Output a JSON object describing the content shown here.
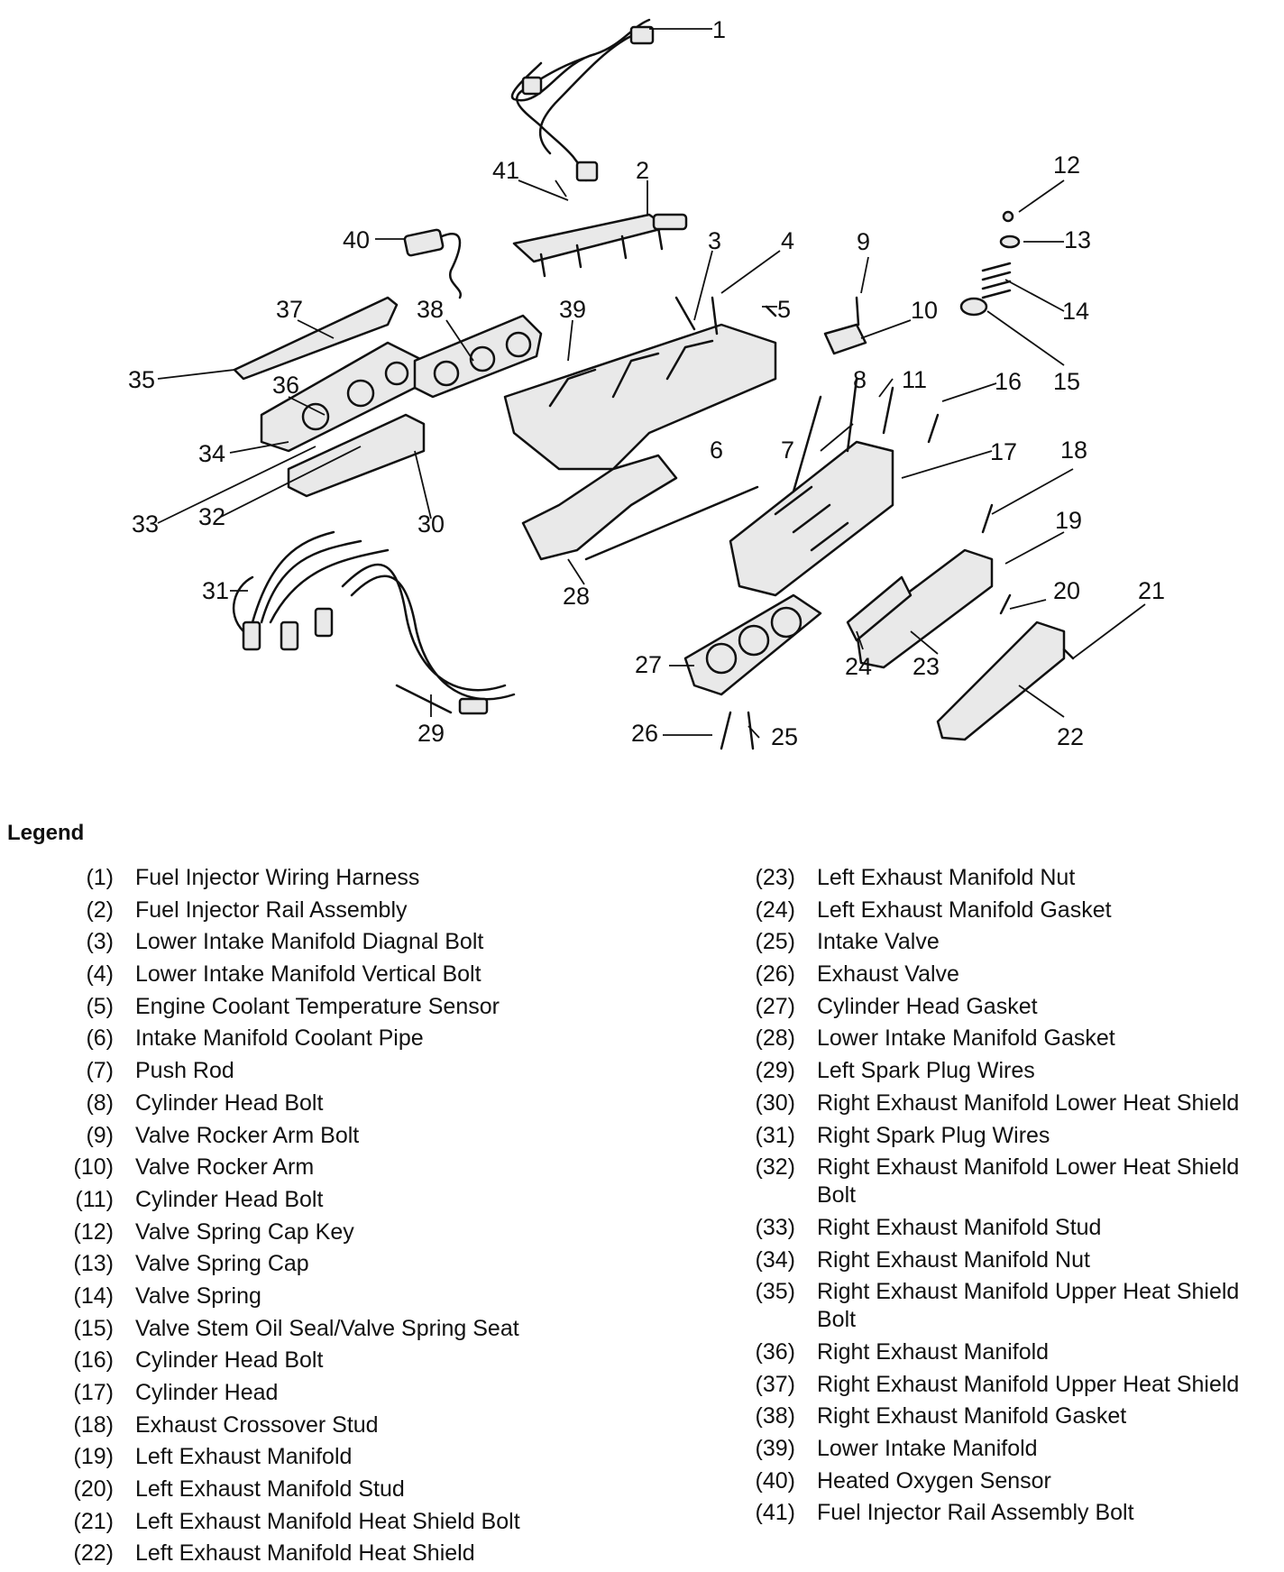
{
  "callouts": [
    "1",
    "2",
    "3",
    "4",
    "5",
    "6",
    "7",
    "8",
    "9",
    "10",
    "11",
    "12",
    "13",
    "14",
    "15",
    "16",
    "17",
    "18",
    "19",
    "20",
    "21",
    "22",
    "23",
    "24",
    "25",
    "26",
    "27",
    "28",
    "29",
    "30",
    "31",
    "32",
    "33",
    "34",
    "35",
    "36",
    "37",
    "38",
    "39",
    "40",
    "41"
  ],
  "legend": {
    "title": "Legend",
    "left": [
      {
        "num": "(1)",
        "label": "Fuel Injector Wiring Harness"
      },
      {
        "num": "(2)",
        "label": "Fuel Injector Rail Assembly"
      },
      {
        "num": "(3)",
        "label": "Lower Intake Manifold Diagnal Bolt"
      },
      {
        "num": "(4)",
        "label": "Lower Intake Manifold Vertical Bolt"
      },
      {
        "num": "(5)",
        "label": "Engine Coolant Temperature Sensor"
      },
      {
        "num": "(6)",
        "label": "Intake Manifold Coolant Pipe"
      },
      {
        "num": "(7)",
        "label": "Push Rod"
      },
      {
        "num": "(8)",
        "label": "Cylinder Head Bolt"
      },
      {
        "num": "(9)",
        "label": "Valve Rocker Arm Bolt"
      },
      {
        "num": "(10)",
        "label": "Valve Rocker Arm"
      },
      {
        "num": "(11)",
        "label": "Cylinder Head Bolt"
      },
      {
        "num": "(12)",
        "label": "Valve Spring Cap Key"
      },
      {
        "num": "(13)",
        "label": "Valve Spring Cap"
      },
      {
        "num": "(14)",
        "label": "Valve Spring"
      },
      {
        "num": "(15)",
        "label": "Valve Stem Oil Seal/Valve Spring Seat"
      },
      {
        "num": "(16)",
        "label": "Cylinder Head Bolt"
      },
      {
        "num": "(17)",
        "label": "Cylinder Head"
      },
      {
        "num": "(18)",
        "label": "Exhaust Crossover Stud"
      },
      {
        "num": "(19)",
        "label": "Left Exhaust Manifold"
      },
      {
        "num": "(20)",
        "label": "Left Exhaust Manifold Stud"
      },
      {
        "num": "(21)",
        "label": "Left Exhaust Manifold Heat Shield Bolt"
      },
      {
        "num": "(22)",
        "label": "Left Exhaust Manifold Heat Shield"
      }
    ],
    "right": [
      {
        "num": "(23)",
        "label": "Left Exhaust Manifold Nut"
      },
      {
        "num": "(24)",
        "label": "Left Exhaust Manifold Gasket"
      },
      {
        "num": "(25)",
        "label": "Intake Valve"
      },
      {
        "num": "(26)",
        "label": "Exhaust Valve"
      },
      {
        "num": "(27)",
        "label": "Cylinder Head Gasket"
      },
      {
        "num": "(28)",
        "label": "Lower Intake Manifold Gasket"
      },
      {
        "num": "(29)",
        "label": "Left Spark Plug Wires"
      },
      {
        "num": "(30)",
        "label": "Right Exhaust Manifold Lower Heat Shield"
      },
      {
        "num": "(31)",
        "label": "Right Spark Plug Wires"
      },
      {
        "num": "(32)",
        "label": "Right Exhaust Manifold Lower Heat Shield Bolt"
      },
      {
        "num": "(33)",
        "label": "Right Exhaust Manifold Stud"
      },
      {
        "num": "(34)",
        "label": "Right Exhaust Manifold Nut"
      },
      {
        "num": "(35)",
        "label": "Right Exhaust Manifold Upper Heat Shield Bolt"
      },
      {
        "num": "(36)",
        "label": "Right Exhaust Manifold"
      },
      {
        "num": "(37)",
        "label": "Right Exhaust Manifold Upper Heat Shield"
      },
      {
        "num": "(38)",
        "label": "Right Exhaust Manifold Gasket"
      },
      {
        "num": "(39)",
        "label": "Lower Intake Manifold"
      },
      {
        "num": "(40)",
        "label": "Heated Oxygen Sensor"
      },
      {
        "num": "(41)",
        "label": "Fuel Injector Rail Assembly Bolt"
      }
    ]
  }
}
